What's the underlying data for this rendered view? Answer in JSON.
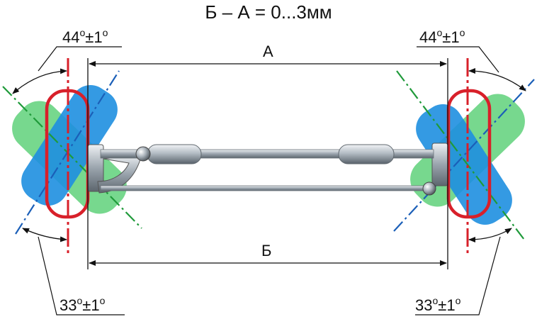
{
  "formula": "Б – А = 0...3мм",
  "dimension_a": "А",
  "dimension_b": "Б",
  "angles": {
    "top_left": {
      "value": "44",
      "deg": "o",
      "tol": "±1",
      "tol_deg": "o"
    },
    "top_right": {
      "value": "44",
      "deg": "o",
      "tol": "±1",
      "tol_deg": "o"
    },
    "bottom_left": {
      "value": "33",
      "deg": "o",
      "tol": "±1",
      "tol_deg": "o"
    },
    "bottom_right": {
      "value": "33",
      "deg": "o",
      "tol": "±1",
      "tol_deg": "o"
    }
  },
  "colors": {
    "tyre_outline": "#d8202a",
    "wheel_blue": "#1e8fe0",
    "wheel_green": "#5fd17a",
    "axis_blue": "#1b5fb8",
    "axis_green": "#1f9a3a",
    "metal": "#9aa4ad"
  }
}
